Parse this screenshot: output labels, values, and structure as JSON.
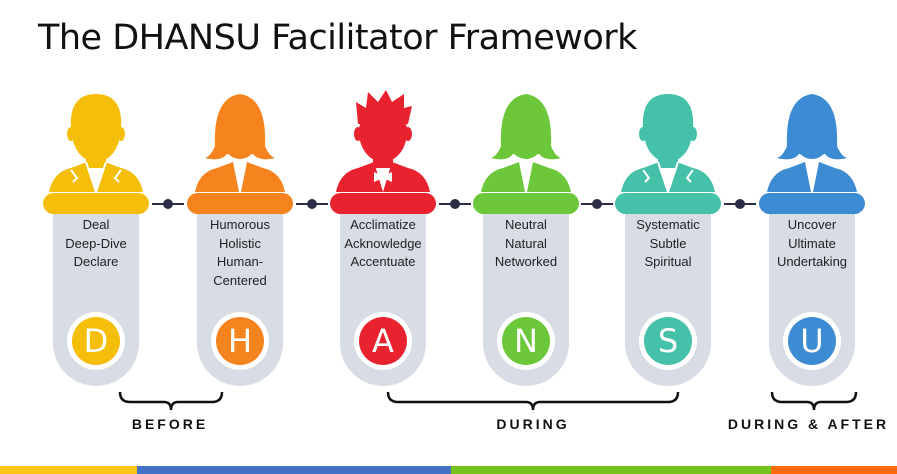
{
  "title": "The DHANSU Facilitator Framework",
  "stages": [
    {
      "letter": "D",
      "lines": [
        "Deal",
        "Deep-Dive",
        "Declare"
      ],
      "color": "#f5be0b",
      "figure": "man-tie"
    },
    {
      "letter": "H",
      "lines": [
        "Humorous",
        "Holistic",
        "Human-",
        "Centered"
      ],
      "color": "#f5841f",
      "figure": "woman"
    },
    {
      "letter": "A",
      "lines": [
        "Acclimatize",
        "Acknowledge",
        "Accentuate"
      ],
      "color": "#e8232f",
      "figure": "man-bowtie"
    },
    {
      "letter": "N",
      "lines": [
        "Neutral",
        "Natural",
        "Networked"
      ],
      "color": "#6cc83a",
      "figure": "woman"
    },
    {
      "letter": "S",
      "lines": [
        "Systematic",
        "Subtle",
        "Spiritual"
      ],
      "color": "#45c0a9",
      "figure": "man-tie"
    },
    {
      "letter": "U",
      "lines": [
        "Uncover",
        "Ultimate",
        "Undertaking"
      ],
      "color": "#3d8bd3",
      "figure": "woman"
    }
  ],
  "phases": [
    {
      "label": "BEFORE"
    },
    {
      "label": "DURING"
    },
    {
      "label": "DURING & AFTER"
    }
  ],
  "footer_colors": [
    "#fcc516",
    "#4472c4",
    "#77c11c",
    "#ff6a0c"
  ]
}
